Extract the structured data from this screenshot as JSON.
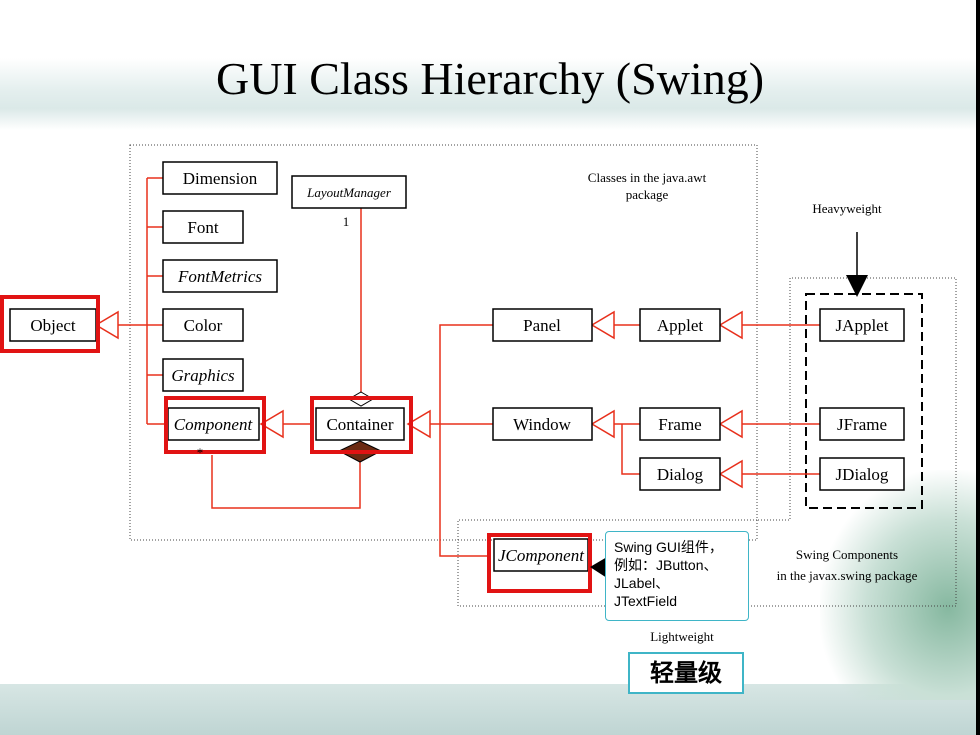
{
  "slide": {
    "title": "GUI Class Hierarchy (Swing)"
  },
  "nodes": {
    "object": "Object",
    "dimension": "Dimension",
    "font": "Font",
    "font_metrics": "FontMetrics",
    "color": "Color",
    "graphics": "Graphics",
    "component": "Component",
    "container": "Container",
    "layout_manager": "LayoutManager",
    "panel": "Panel",
    "applet": "Applet",
    "window": "Window",
    "frame": "Frame",
    "dialog": "Dialog",
    "japplet": "JApplet",
    "jframe": "JFrame",
    "jdialog": "JDialog",
    "jcomponent": "JComponent"
  },
  "labels": {
    "awt_package_line1": "Classes in the java.awt",
    "awt_package_line2": "package",
    "heavyweight": "Heavyweight",
    "swing_line1": "Swing Components",
    "swing_line2": "in the javax.swing package",
    "lightweight": "Lightweight",
    "multiplicity_one": "1",
    "multiplicity_many": "*"
  },
  "callout": {
    "line1": "Swing GUI组件，",
    "line2": "例如：JButton、",
    "line3": "JLabel、",
    "line4": "JTextField"
  },
  "chinese_label": "轻量级",
  "colors": {
    "connector": "#e8301c",
    "highlight": "#e11313",
    "callout_border": "#3fb5c7",
    "composition_fill": "#6b2a12"
  }
}
